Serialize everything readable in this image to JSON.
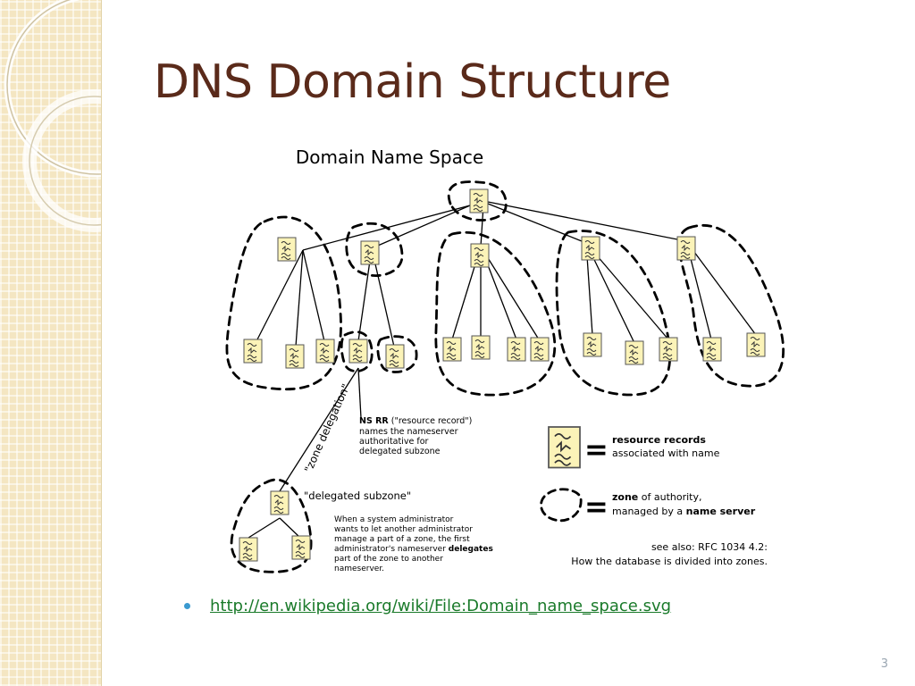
{
  "slide": {
    "title": "DNS Domain Structure",
    "link": "http://en.wikipedia.org/wiki/File:Domain_name_space.svg",
    "page_number": "3"
  },
  "diagram": {
    "title": "Domain Name Space",
    "zone_delegation_label": "\"zone delegation\"",
    "ns_rr": {
      "bold": "NS RR",
      "line1_rest": " (\"resource record\")",
      "line2": "names the nameserver",
      "line3": "authoritative for",
      "line4": "delegated subzone"
    },
    "delegated_subzone_label": "\"delegated subzone\"",
    "admin_note": {
      "line1": "When a system administrator",
      "line2": "wants to let another administrator",
      "line3": "manage a part of a zone, the first",
      "line4": "administrator's nameserver ",
      "line4_bold": "delegates",
      "line5": "part of the zone to another",
      "line6": "nameserver."
    },
    "legend": {
      "equals": "=",
      "rr_bold": "resource records",
      "rr_text": "associated with name",
      "zone_bold": "zone",
      "zone_text": " of authority,",
      "zone_line2": "managed by a ",
      "zone_line2_bold": "name server"
    },
    "see_also": {
      "line1": "see also: RFC 1034 4.2:",
      "line2": "How the database is divided into zones."
    }
  },
  "icons": {
    "record": "resource-record-icon",
    "bullet": "bullet-icon"
  },
  "colors": {
    "title": "#5a2a1a",
    "link": "#1a7a2a",
    "bullet": "#3a9ad0",
    "record_fill": "#fbf3b8",
    "sidebar": "#f4e6c2"
  }
}
